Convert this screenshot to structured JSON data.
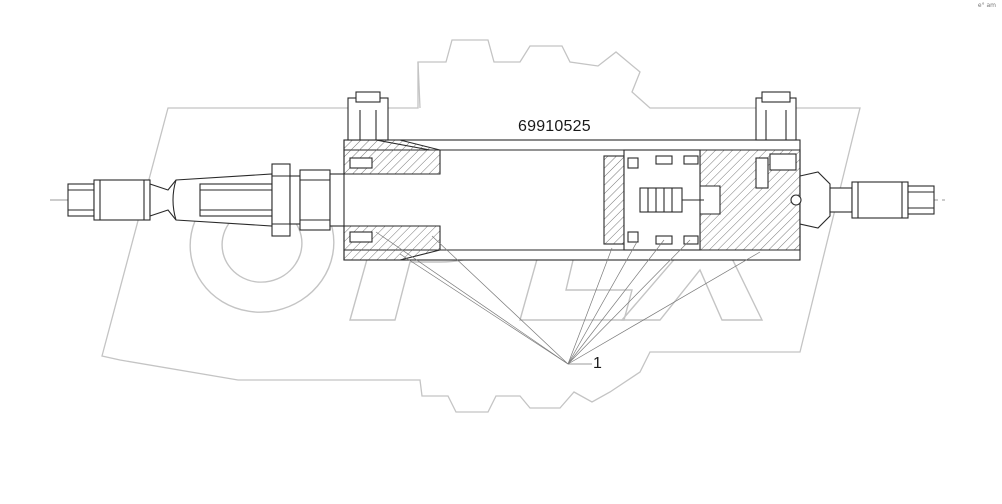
{
  "drawing": {
    "part_number": "69910525",
    "callout": "1",
    "corner_mark": "e° am"
  },
  "watermark": {
    "text": "OPEX",
    "color": "#bdbdbd"
  },
  "colors": {
    "line": "#2a2a2a",
    "hatch": "#555555",
    "leader": "#6a6a6a"
  }
}
